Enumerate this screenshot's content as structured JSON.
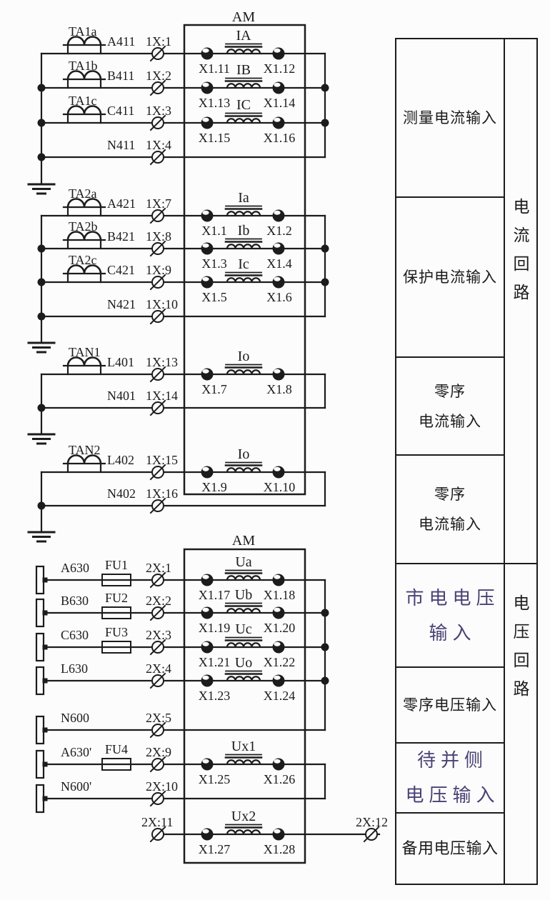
{
  "colors": {
    "ink": "#1c1c1c",
    "accent_text": "#4b4175",
    "background": "#fcfcfc"
  },
  "boxes": [
    {
      "title": "AM"
    },
    {
      "title": "AM"
    }
  ],
  "current_groups": [
    {
      "rows": [
        {
          "transformer": "TA1a",
          "wire": "A411",
          "terminal": "1X:1",
          "winding": "IA",
          "term_left": "X1.11",
          "term_right": "X1.12"
        },
        {
          "transformer": "TA1b",
          "wire": "B411",
          "terminal": "1X:2",
          "winding": "IB",
          "term_left": "X1.13",
          "term_right": "X1.14"
        },
        {
          "transformer": "TA1c",
          "wire": "C411",
          "terminal": "1X:3",
          "winding": "IC",
          "term_left": "X1.15",
          "term_right": "X1.16"
        },
        {
          "wire": "N411",
          "terminal": "1X:4"
        }
      ]
    },
    {
      "rows": [
        {
          "transformer": "TA2a",
          "wire": "A421",
          "terminal": "1X:7",
          "winding": "Ia",
          "term_left": "X1.1",
          "term_right": "X1.2"
        },
        {
          "transformer": "TA2b",
          "wire": "B421",
          "terminal": "1X:8",
          "winding": "Ib",
          "term_left": "X1.3",
          "term_right": "X1.4"
        },
        {
          "transformer": "TA2c",
          "wire": "C421",
          "terminal": "1X:9",
          "winding": "Ic",
          "term_left": "X1.5",
          "term_right": "X1.6"
        },
        {
          "wire": "N421",
          "terminal": "1X:10"
        }
      ]
    },
    {
      "rows": [
        {
          "transformer": "TAN1",
          "wire": "L401",
          "terminal": "1X:13",
          "winding": "Io",
          "term_left": "X1.7",
          "term_right": "X1.8"
        },
        {
          "wire": "N401",
          "terminal": "1X:14"
        }
      ]
    },
    {
      "rows": [
        {
          "transformer": "TAN2",
          "wire": "L402",
          "terminal": "1X:15",
          "winding": "Io",
          "term_left": "X1.9",
          "term_right": "X1.10"
        },
        {
          "wire": "N402",
          "terminal": "1X:16"
        }
      ]
    }
  ],
  "voltage_rows": [
    {
      "wire": "A630",
      "fuse": "FU1",
      "terminal": "2X:1",
      "winding": "Ua",
      "term_left": "X1.17",
      "term_right": "X1.18"
    },
    {
      "wire": "B630",
      "fuse": "FU2",
      "terminal": "2X:2",
      "winding": "Ub",
      "term_left": "X1.19",
      "term_right": "X1.20"
    },
    {
      "wire": "C630",
      "fuse": "FU3",
      "terminal": "2X:3",
      "winding": "Uc",
      "term_left": "X1.21",
      "term_right": "X1.22"
    },
    {
      "wire": "L630",
      "terminal": "2X:4",
      "winding": "Uo",
      "term_left": "X1.23",
      "term_right": "X1.24"
    },
    {
      "wire": "N600",
      "terminal": "2X:5"
    },
    {
      "wire": "A630'",
      "fuse": "FU4",
      "terminal": "2X:9",
      "winding": "Ux1",
      "term_left": "X1.25",
      "term_right": "X1.26"
    },
    {
      "wire": "N600'",
      "terminal": "2X:10"
    },
    {
      "terminal": "2X:11",
      "terminal_right": "2X:12",
      "winding": "Ux2",
      "term_left": "X1.27",
      "term_right": "X1.28"
    }
  ],
  "table": {
    "cells": [
      {
        "lines": [
          "测量电流输入"
        ]
      },
      {
        "lines": [
          "保护电流输入"
        ]
      },
      {
        "lines": [
          "零序",
          "电流输入"
        ]
      },
      {
        "lines": [
          "零序",
          "电流输入"
        ]
      },
      {
        "lines": [
          "市电电压",
          "输入"
        ]
      },
      {
        "lines": [
          "零序电压输入"
        ]
      },
      {
        "lines": [
          "待并侧",
          "电压输入"
        ]
      },
      {
        "lines": [
          "备用电压输入"
        ]
      }
    ],
    "side_cells": [
      {
        "text": "电流回路"
      },
      {
        "text": "电压回路"
      }
    ]
  }
}
